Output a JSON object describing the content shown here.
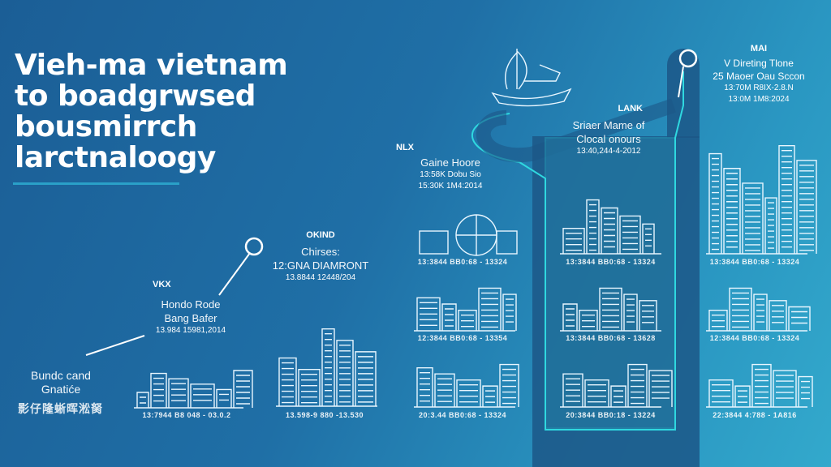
{
  "title": {
    "lines": [
      "Vieh-ma vietnam",
      "to boadgrwsed",
      "bousmirrch",
      "larctnaloogy"
    ]
  },
  "left_block": {
    "label_lines": [
      "Bundc cand",
      "Gnatiće"
    ],
    "footer": "影仔隆蜥晖淞胬"
  },
  "nodes": [
    {
      "code": "VKX",
      "lines": [
        "Hondo Rode",
        "Bang Bafer",
        "13.984 15981,2014"
      ],
      "caption": "13:7944 B8 048 - 03.0.2"
    },
    {
      "code": "OKIND",
      "lines": [
        "Chirses:",
        "12:GNA DIAMRONT",
        "13.8844 12448/204"
      ],
      "caption": "13.598-9 880 -13.530"
    },
    {
      "code": "NLX",
      "lines": [
        "Gaine Hoore",
        "13:58K Dobu Sio",
        "15:30K 1M4:2014"
      ]
    },
    {
      "code": "LANK",
      "lines": [
        "Sriaer Mame of",
        "Clocal onours",
        "13:40,244-4-2012"
      ]
    },
    {
      "code": "MAI",
      "lines": [
        "V Direting Tlone",
        "25 Maoer Oau Sccon",
        "13:70M R8IX-2.8.N",
        "13:0M 1M8:2024"
      ]
    }
  ],
  "captions": {
    "left": [
      "13:3844 BB0:68 - 13324",
      "12:3844 BB0:68 - 13354",
      "20:3.44 BB0:68 - 13324"
    ],
    "middle": [
      "13:3844 BB0:68 - 13324",
      "13:3844 BB0:68 - 13628",
      "20:3844 BB0:18 - 13224"
    ],
    "right": [
      "13:3844 BB0:68 - 13324",
      "12:3844 BB0:68 - 13324",
      "22:3844 4:788 - 1A816"
    ]
  },
  "colors": {
    "accent": "#2fd8e0",
    "band": "#1c5787",
    "text": "#ffffff"
  }
}
